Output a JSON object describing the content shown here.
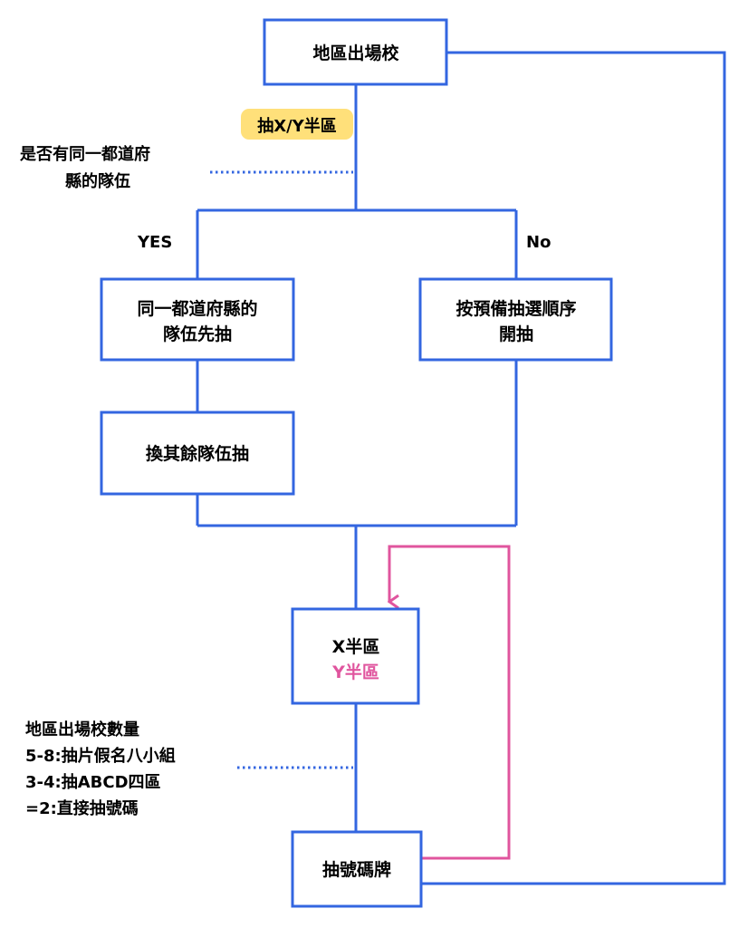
{
  "colors": {
    "flow": "#3366e0",
    "loop": "#e0559e",
    "highlight": "#ffe07a",
    "text": "#000000"
  },
  "nodes": {
    "start": "地區出場校",
    "same_first_line1": "同一都道府縣的",
    "same_first_line2": "隊伍先抽",
    "others": "換其餘隊伍抽",
    "order_line1": "按預備抽選順序",
    "order_line2": "開抽",
    "halves_x": "X半區",
    "halves_y": "Y半區",
    "draw_card": "抽號碼牌"
  },
  "labels": {
    "draw_xy": "抽X/Y半區",
    "question_line1": "是否有同一都道府",
    "question_line2": "縣的隊伍",
    "yes": "YES",
    "no": "No",
    "count_line1": "地區出場校數量",
    "count_line2": "5-8:抽片假名八小組",
    "count_line3": "3-4:抽ABCD四區",
    "count_line4": "=2:直接抽號碼"
  }
}
